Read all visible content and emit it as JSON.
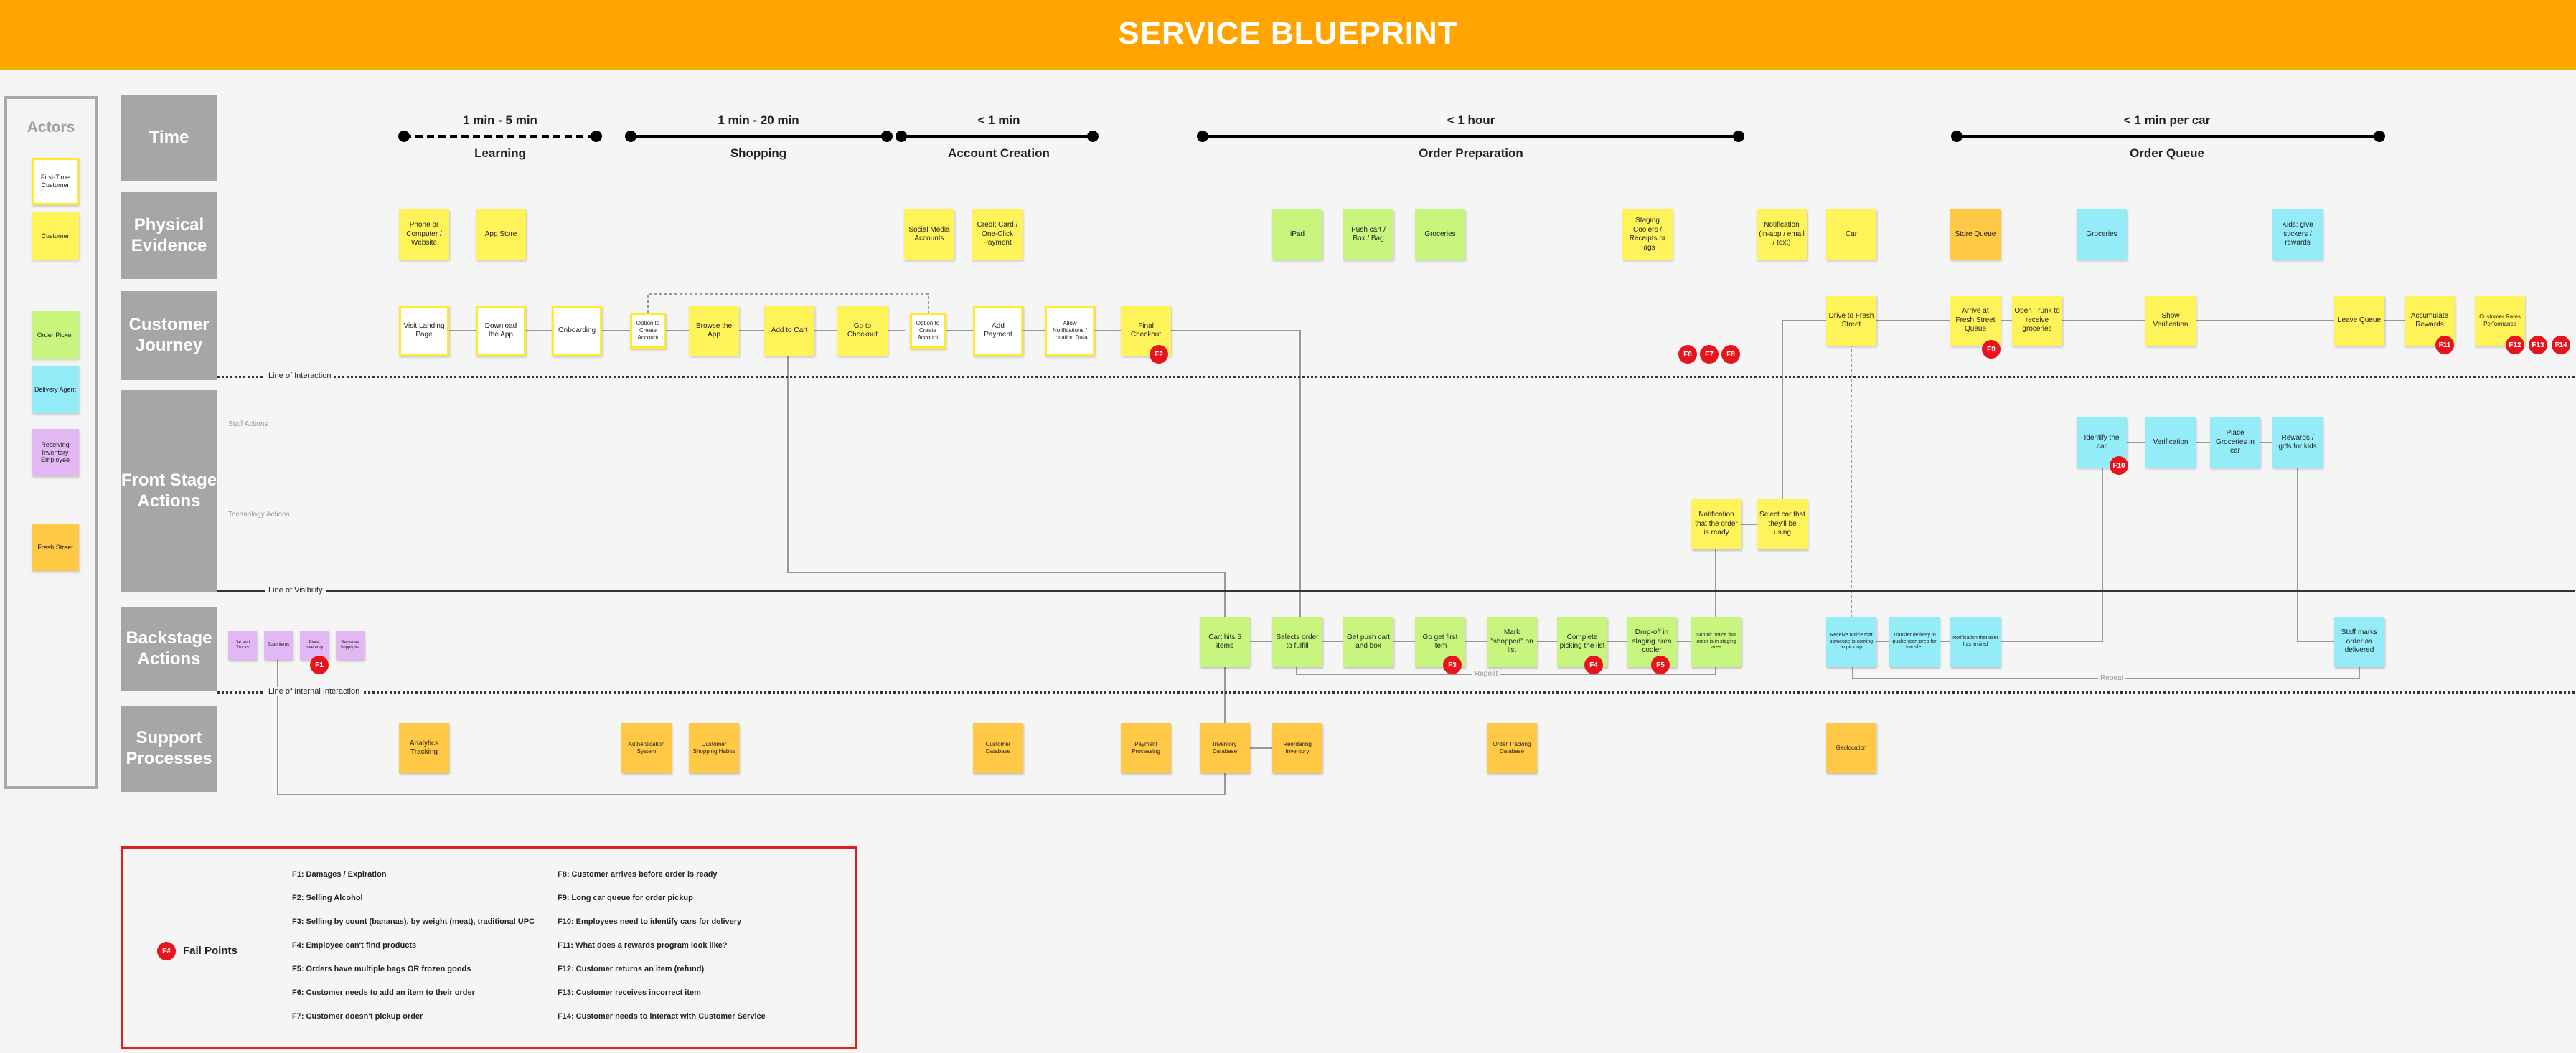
{
  "title": "SERVICE BLUEPRINT",
  "actors": {
    "heading": "Actors",
    "items": [
      {
        "label": "First-Time Customer"
      },
      {
        "label": "Customer"
      },
      {
        "label": "Order Picker"
      },
      {
        "label": "Delivery Agent"
      },
      {
        "label": "Receiving Inventory Employee"
      },
      {
        "label": "Fresh Street"
      }
    ]
  },
  "lanes": {
    "time": "Time",
    "physical": "Physical Evidence",
    "journey": "Customer Journey",
    "frontstage": "Front Stage Actions",
    "backstage": "Backstage Actions",
    "support": "Support Processes"
  },
  "timeline": [
    {
      "duration": "1 min - 5 min",
      "name": "Learning"
    },
    {
      "duration": "1 min - 20 min",
      "name": "Shopping"
    },
    {
      "duration": "< 1 min",
      "name": "Account Creation"
    },
    {
      "duration": "< 1 hour",
      "name": "Order Preparation"
    },
    {
      "duration": "< 1 min per car",
      "name": "Order Queue"
    }
  ],
  "dividers": {
    "interaction": "Line of Interaction",
    "visibility": "Line of Visibility",
    "internal": "Line of Internal Interaction",
    "staff_actions": "Staff Actions",
    "tech_actions": "Technology Actions",
    "repeat": "Repeat"
  },
  "physical": [
    "Phone or Computer / Website",
    "App Store",
    "Social Media Accounts",
    "Credit Card / One-Click Payment",
    "iPad",
    "Push cart / Box / Bag",
    "Groceries",
    "Staging Coolers / Receipts or Tags",
    "Notification (in-app / email / text)",
    "Car",
    "Store Queue",
    "Groceries",
    "Kids: give stickers / rewards"
  ],
  "journey": [
    "Visit Landing Page",
    "Download the App",
    "Onboarding",
    "Option to Create Account",
    "Browse the App",
    "Add to Cart",
    "Go to Checkout",
    "Option to Create Account",
    "Add Payment",
    "Allow Notifications / Location Data",
    "Final Checkout",
    "Drive to Fresh Street",
    "Arrive at Fresh Street Queue",
    "Open Trunk to receive groceries",
    "Show Verification",
    "Leave Queue",
    "Accumulate Rewards",
    "Customer Rates Performance"
  ],
  "frontstage": [
    "Notification that the order is ready",
    "Select car that they'll be using",
    "Identify the car",
    "Verification",
    "Place Groceries in car",
    "Rewards / gifts for kids"
  ],
  "backstage": [
    "Jar and Trucks",
    "Scan Items",
    "Place Inventory",
    "Reinstate Supply list",
    "Cart hits 5 items",
    "Selects order to fulfill",
    "Get push cart and box",
    "Go get first item",
    "Mark \"shopped\" on list",
    "Complete picking the list",
    "Drop-off in staging area cooler",
    "Submit notice that order is in staging area",
    "Receive notice that someone is coming to pick up",
    "Transfer delivery to pusher/cart prep for transfer",
    "Notification that user has arrived",
    "Staff marks order as delivered"
  ],
  "support": [
    "Analytics Tracking",
    "Authentication System",
    "Customer Shopping Habits",
    "Customer Database",
    "Payment Processing",
    "Inventory Database",
    "Reordering Inventory",
    "Order Tracking Database",
    "Geolocation"
  ],
  "fail_badges": [
    "F1",
    "F2",
    "F3",
    "F4",
    "F5",
    "F6",
    "F7",
    "F8",
    "F9",
    "F10",
    "F11",
    "F12",
    "F13",
    "F14"
  ],
  "legend": {
    "badge": "F#",
    "label": "Fail Points",
    "left": [
      "F1: Damages / Expiration",
      "F2: Selling Alcohol",
      "F3: Selling by count (bananas), by weight (meat), traditional UPC",
      "F4: Employee can't find products",
      "F5: Orders have multiple bags OR frozen goods",
      "F6: Customer needs to add an item to their order",
      "F7: Customer doesn't pickup order"
    ],
    "right": [
      "F8: Customer arrives before order is ready",
      "F9: Long car queue for order pickup",
      "F10: Employees need to identify cars for delivery",
      "F11: What does a rewards program look like?",
      "F12: Customer returns an item (refund)",
      "F13: Customer receives incorrect item",
      "F14: Customer needs to interact with Customer Service"
    ]
  },
  "colors": {
    "banner": "#ffa400",
    "first_time": "#ffffff",
    "customer": "#fff35a",
    "order_picker": "#c8f57e",
    "delivery_agent": "#94ecf8",
    "inventory_employee": "#e2b8f4",
    "fresh_street": "#ffc845",
    "fail": "#e6141c"
  }
}
